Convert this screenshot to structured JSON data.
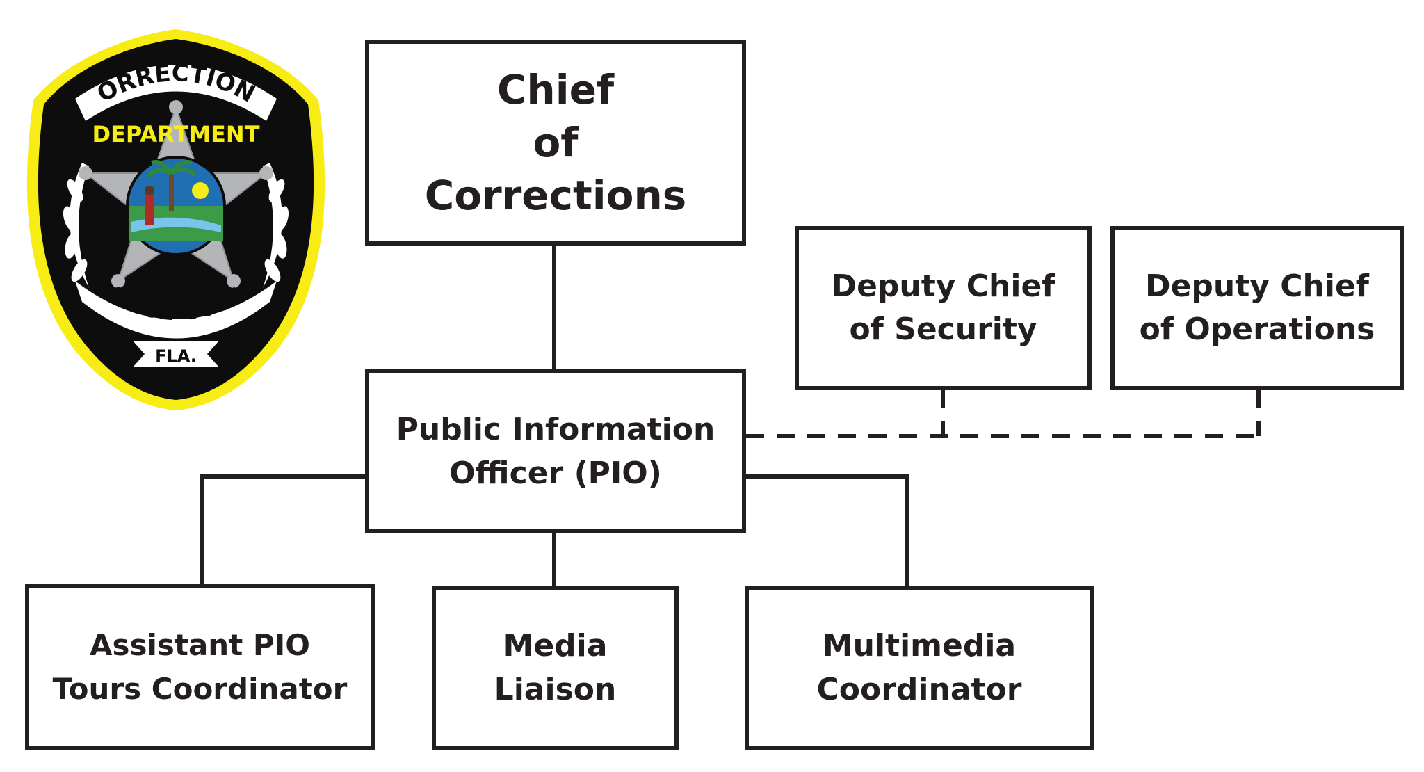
{
  "badge": {
    "top_arc": "CORRECTIONS",
    "center_label": "DEPARTMENT",
    "bottom_arc": "ORANGE COUNTY",
    "ribbon": "FLA."
  },
  "chart": {
    "chief": [
      "Chief",
      "of",
      "Corrections"
    ],
    "pio": [
      "Public Information",
      "Officer (PIO)"
    ],
    "deputy_security": [
      "Deputy Chief",
      "of Security"
    ],
    "deputy_operations": [
      "Deputy Chief",
      "of Operations"
    ],
    "assistant_pio": [
      "Assistant PIO",
      "Tours Coordinator"
    ],
    "media_liaison": [
      "Media",
      "Liaison"
    ],
    "multimedia": [
      "Multimedia",
      "Coordinator"
    ]
  },
  "colors": {
    "ink": "#231f20",
    "badge_yellow": "#f7ec13",
    "badge_black": "#0d0d0d",
    "star_gray": "#b3b5b8"
  }
}
